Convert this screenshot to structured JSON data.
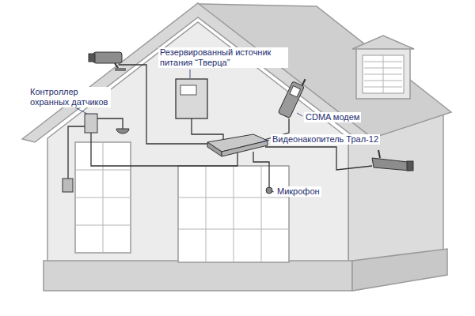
{
  "diagram": {
    "labels": [
      "Резервированный источник питания “Тверца”",
      "Контроллер охранных датчиков",
      "CDMA модем",
      "Видеонакопитель Трал-12",
      "Микрофон"
    ]
  }
}
